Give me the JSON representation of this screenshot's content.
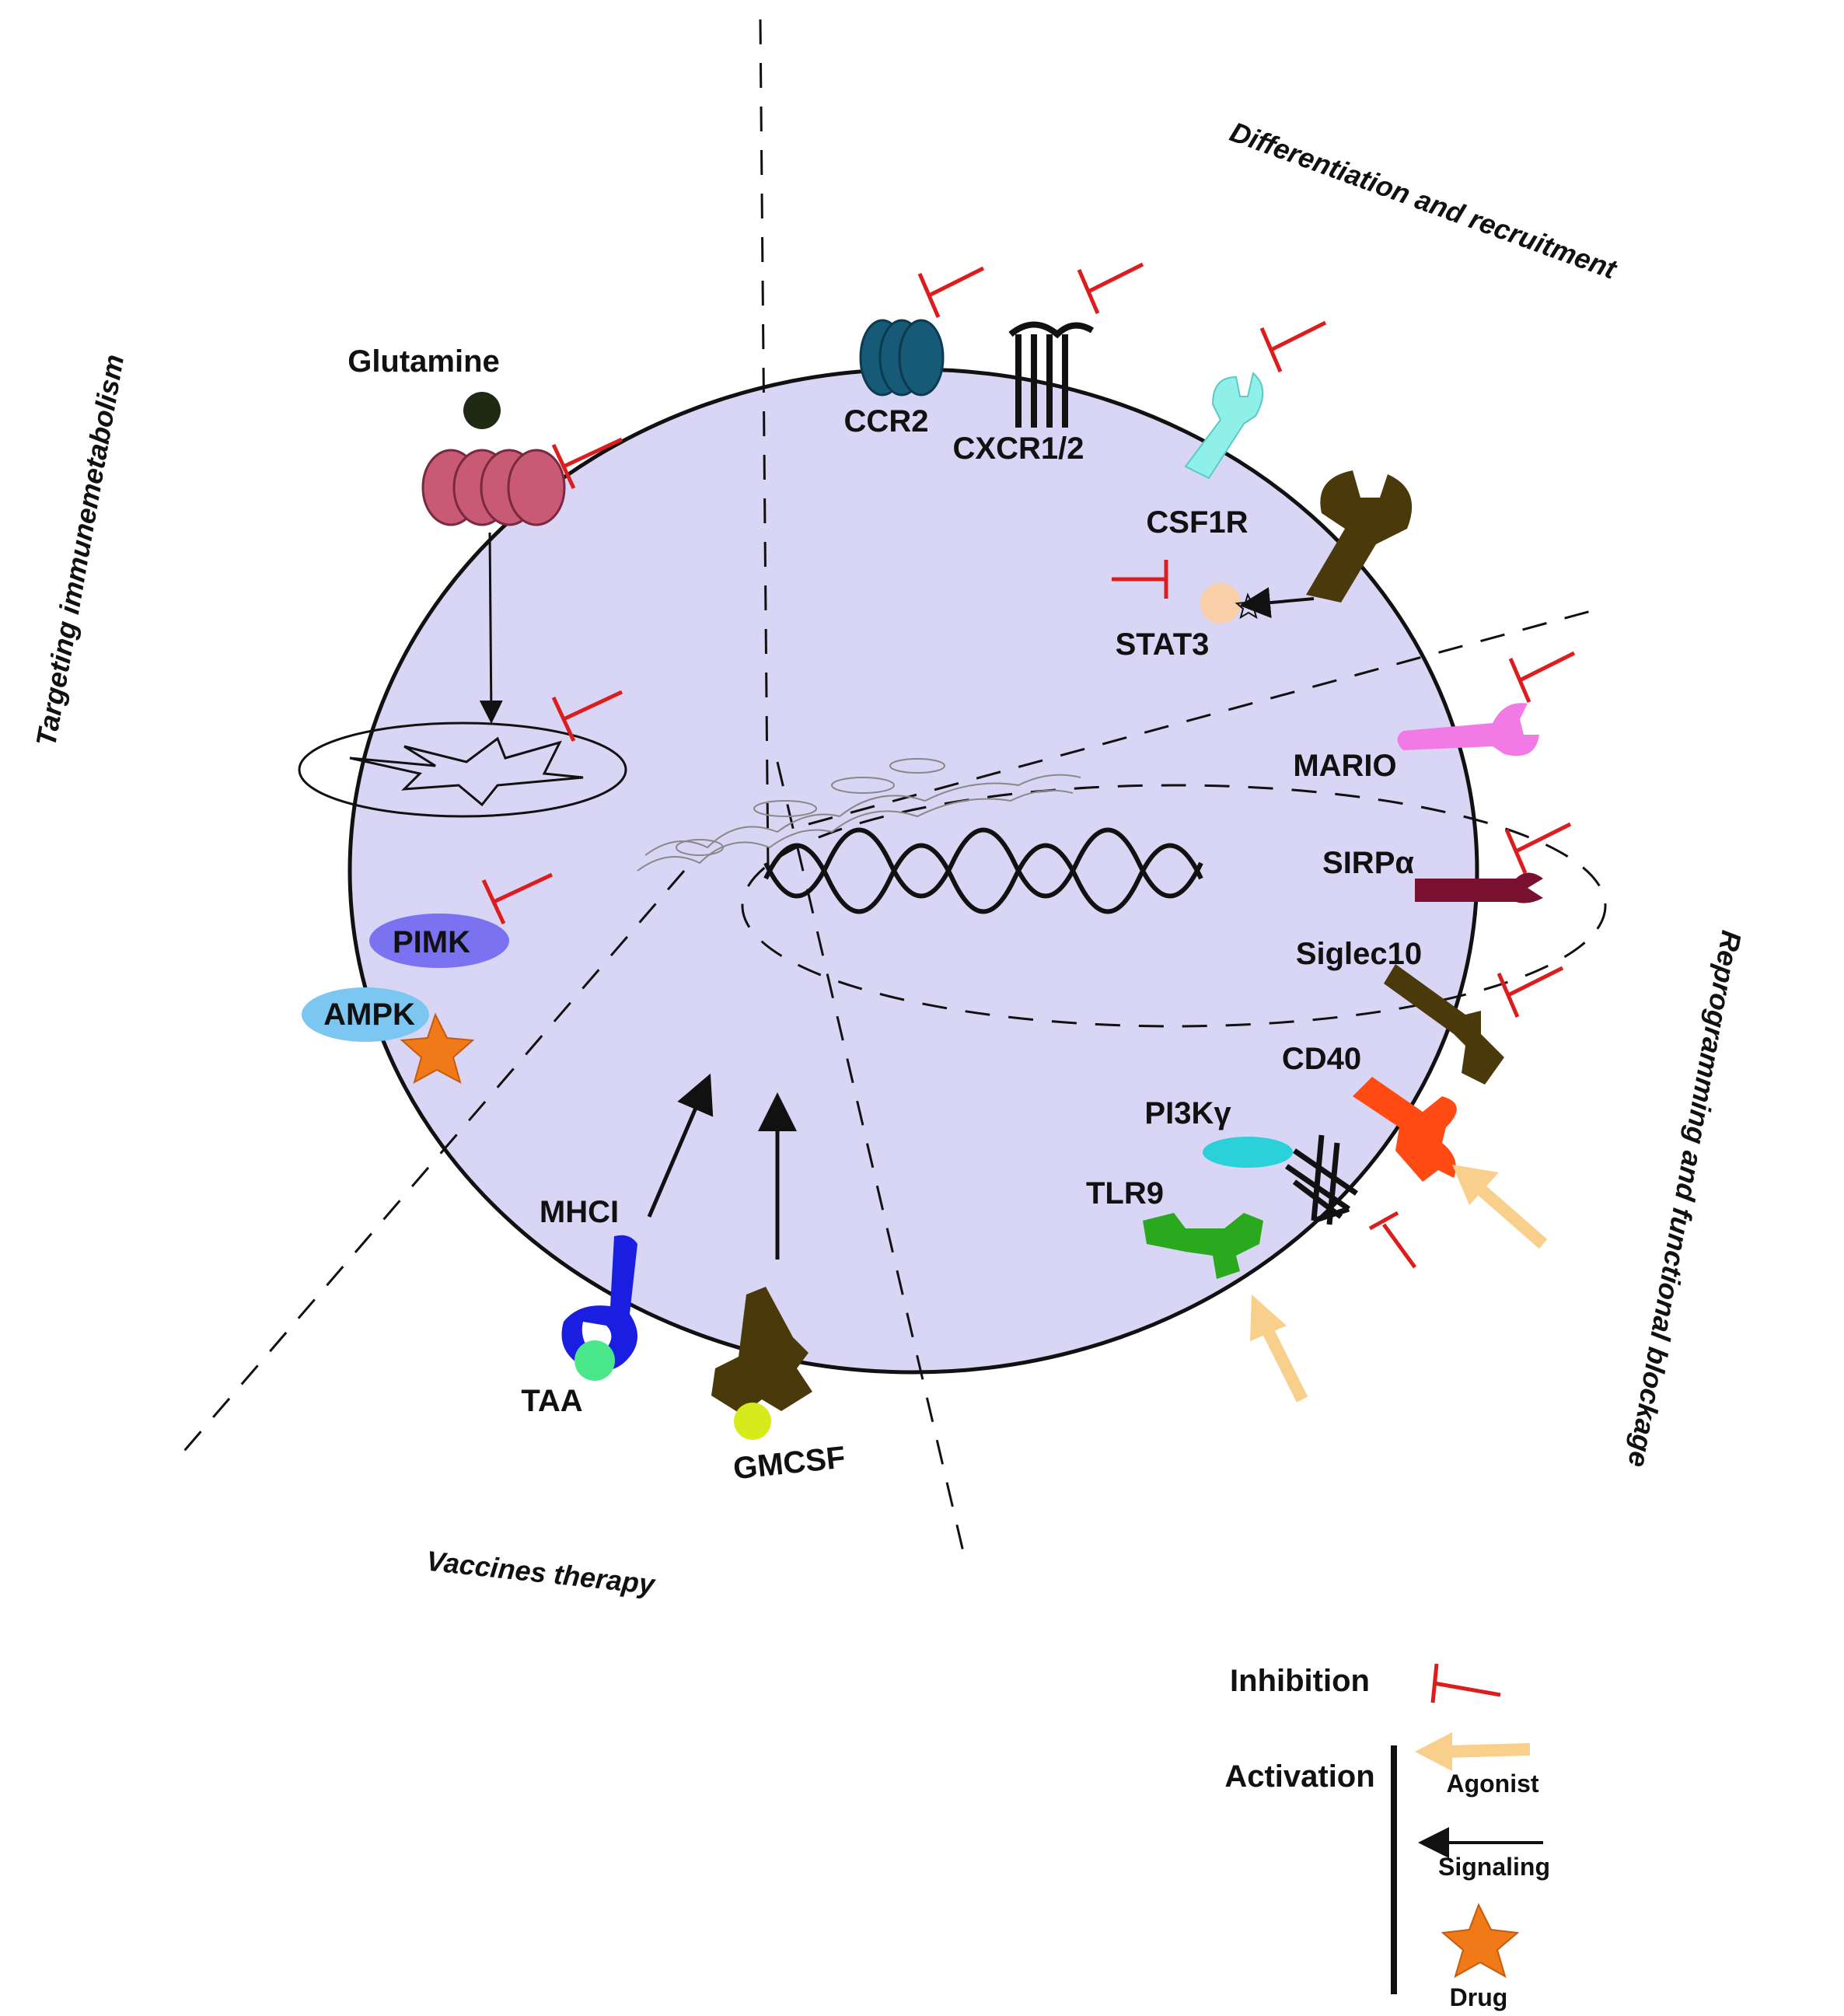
{
  "sections": {
    "differentiation": "Differentiation and recruitment",
    "immunometabolism": "Targeting immunemetabolism",
    "vaccines": "Vaccines therapy",
    "reprogramming": "Reprogramming and functional blockage"
  },
  "labels": {
    "glutamine": "Glutamine",
    "ccr2": "CCR2",
    "cxcr": "CXCR1/2",
    "csf1r": "CSF1R",
    "stat3": "STAT3",
    "mario": "MARIO",
    "sirpa": "SIRPα",
    "siglec10": "Siglec10",
    "cd40": "CD40",
    "pi3k": "PI3Kγ",
    "tlr9": "TLR9",
    "pimk": "PIMK",
    "ampk": "AMPK",
    "mhci": "MHCI",
    "taa": "TAA",
    "gmcsf": "GMCSF"
  },
  "legend": {
    "inhibition": "Inhibition",
    "activation": "Activation",
    "agonist": "Agonist",
    "signaling": "Signaling",
    "drug": "Drug"
  },
  "colors": {
    "cell": "#d9d6f5",
    "inhibition": "#dd1d1d",
    "agonist": "#f9cf8c",
    "drug": "#f07a18",
    "glutamine_transporter": "#c85a75",
    "ccr2": "#165a78",
    "csf1r": "#8ff0ea",
    "receptor_dark": "#4a3a0b",
    "stat3": "#f9cfa8",
    "mario": "#f27ae6",
    "sirpa": "#7a1030",
    "cd40": "#ff4a14",
    "pi3k": "#2bd1d9",
    "tlr9": "#2aa81e",
    "pimk": "#7a72f0",
    "ampk": "#7cc6f2",
    "mhci": "#1a1ee0",
    "taa": "#4ae88a",
    "gmcsf": "#d6ea1c"
  }
}
